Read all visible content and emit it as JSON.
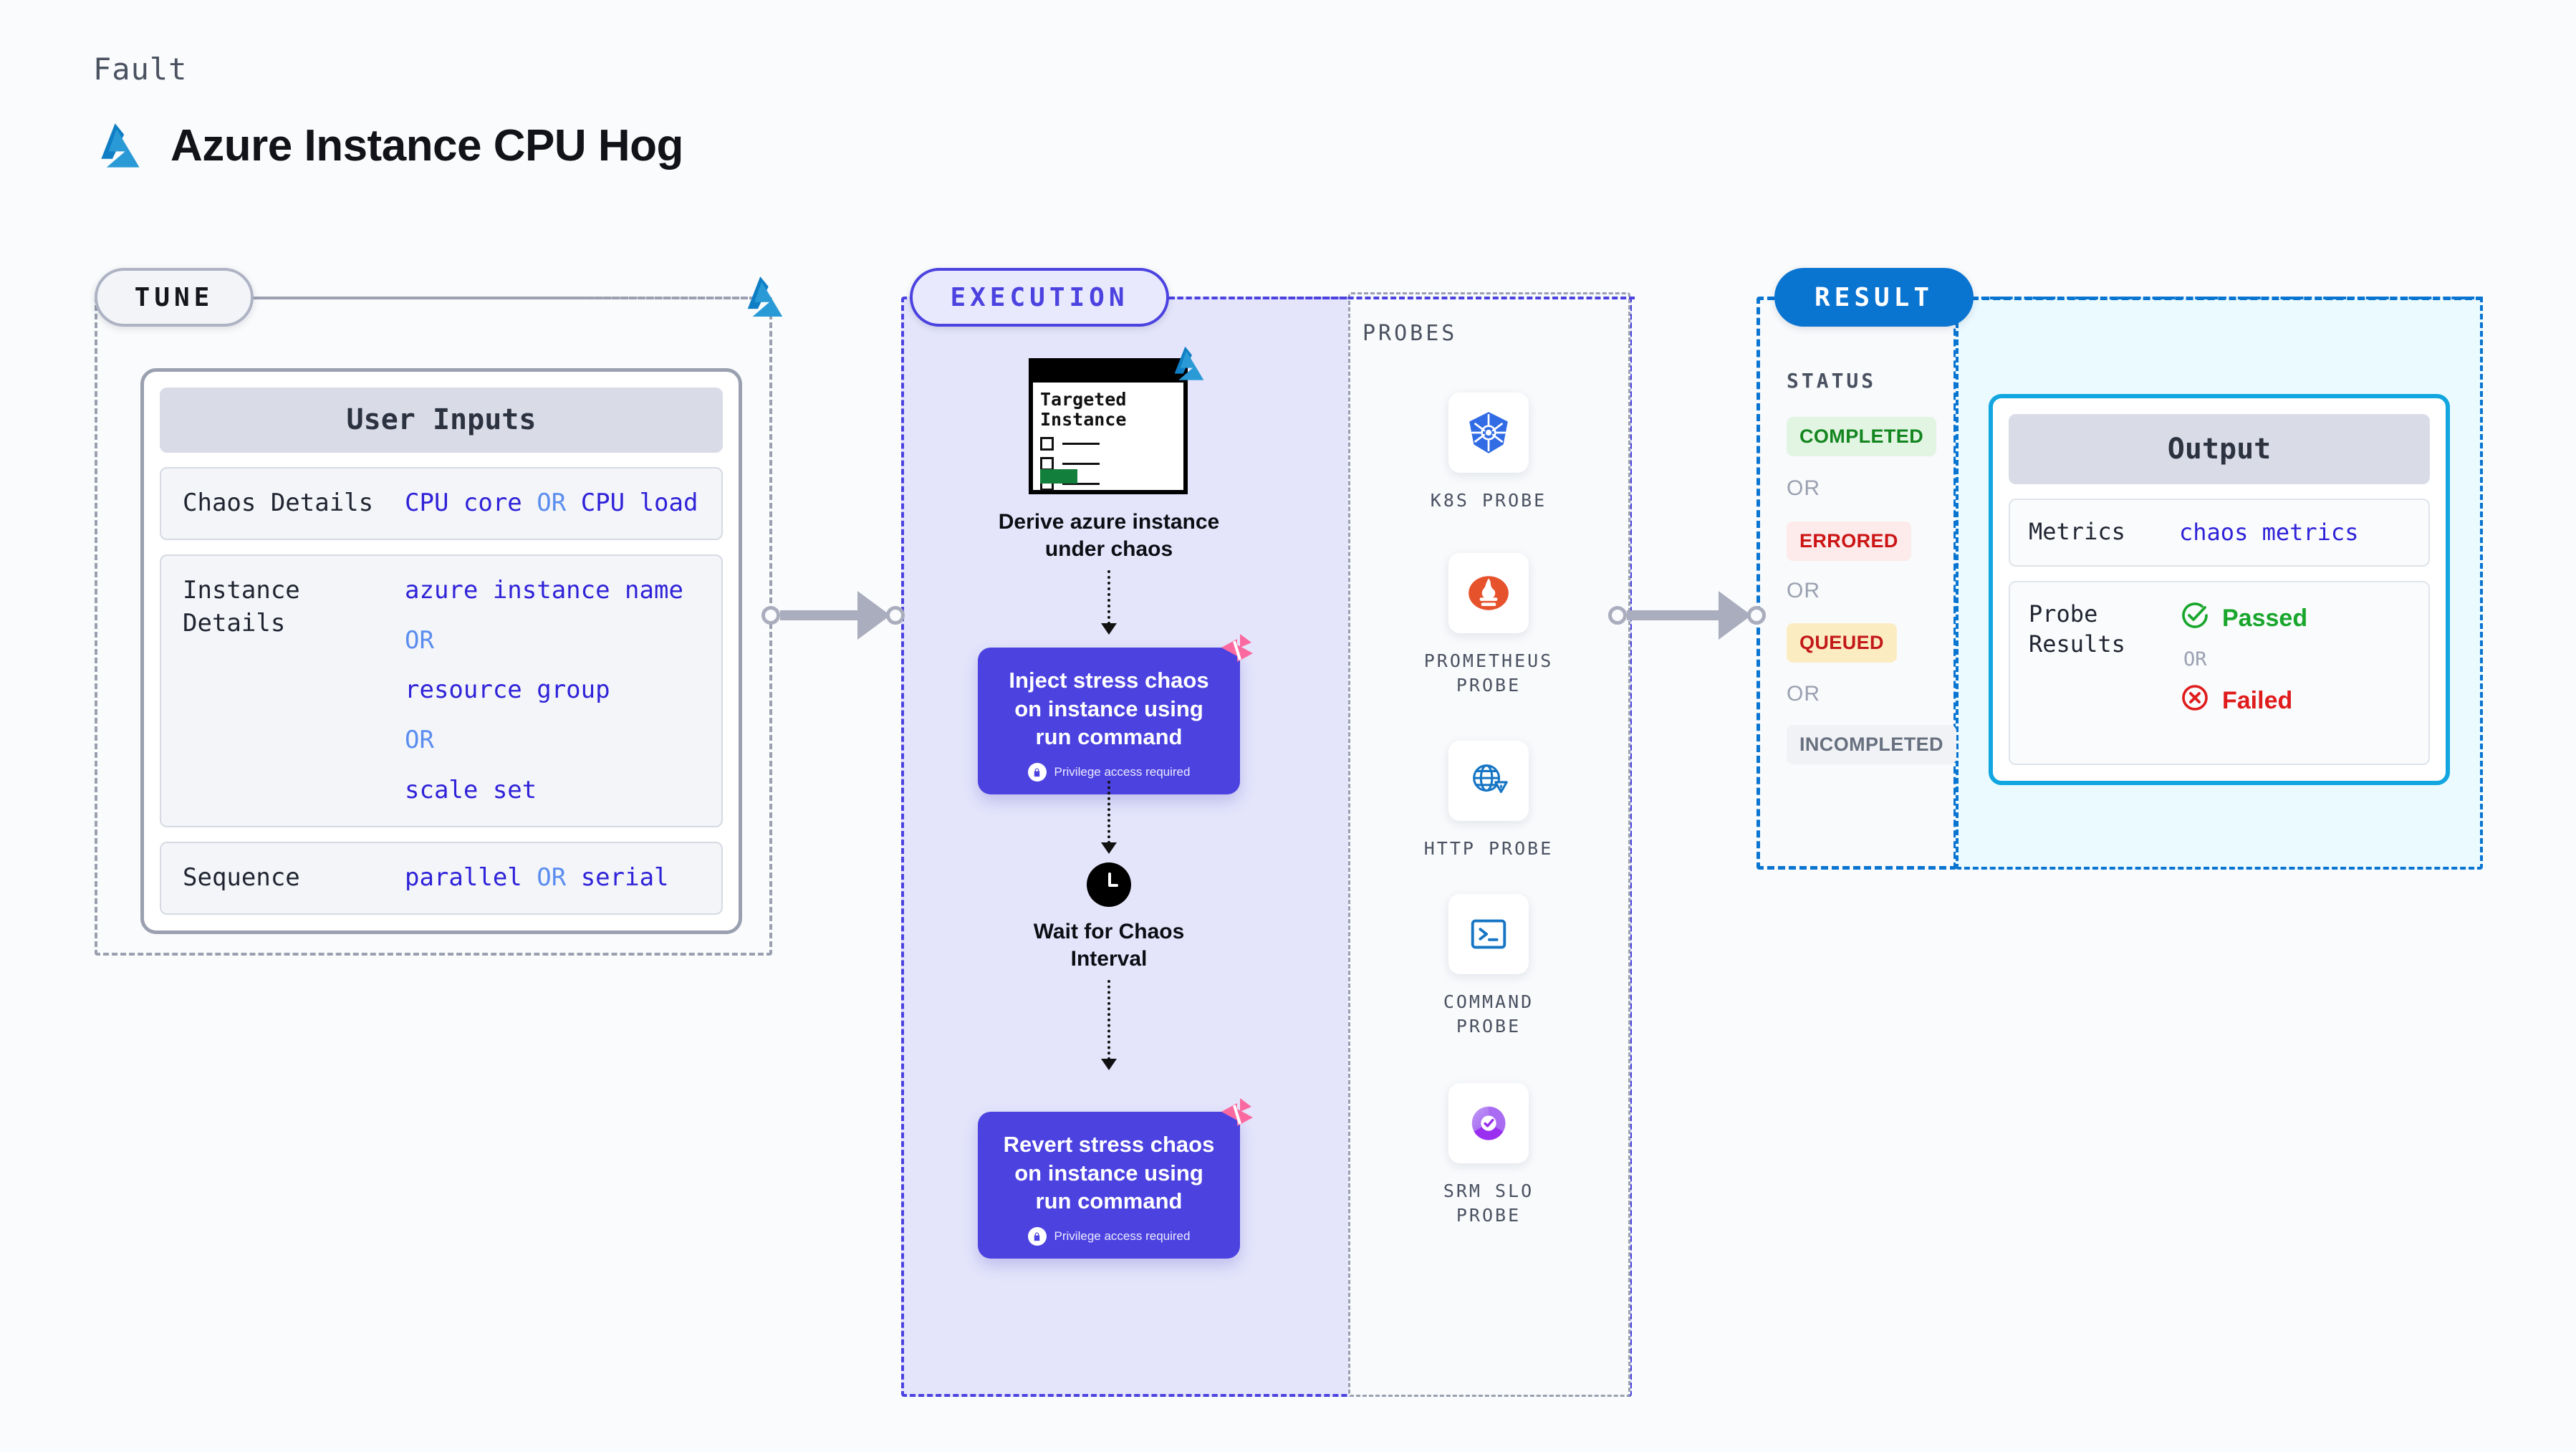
{
  "header": {
    "kicker": "Fault",
    "title": "Azure Instance CPU Hog",
    "logo_icon": "azure-logo-icon"
  },
  "sections": {
    "tune": {
      "label": "TUNE"
    },
    "execution": {
      "label": "EXECUTION"
    },
    "probes": {
      "label": "PROBES"
    },
    "result": {
      "label": "RESULT"
    }
  },
  "tune": {
    "card_title": "User Inputs",
    "rows": [
      {
        "key": "Chaos Details",
        "value": "CPU core",
        "or": "OR",
        "value2": "CPU load"
      },
      {
        "key": "Instance\nDetails",
        "values": [
          "azure instance name",
          "resource group",
          "scale set"
        ],
        "or": "OR"
      },
      {
        "key": "Sequence",
        "value": "parallel",
        "or": "OR",
        "value2": "serial"
      }
    ]
  },
  "execution": {
    "targeted_card": {
      "title": "Targeted\nInstance",
      "logo_icon": "azure-logo-icon"
    },
    "steps": [
      {
        "type": "caption",
        "text": "Derive azure instance\nunder chaos"
      },
      {
        "type": "action",
        "text": "Inject stress chaos\non instance using\nrun command",
        "note": "Privilege access required",
        "note_icon": "lock-icon",
        "corner_icon": "litmus-chaos-icon"
      },
      {
        "type": "wait",
        "text": "Wait for Chaos\nInterval",
        "icon": "clock-icon"
      },
      {
        "type": "action",
        "text": "Revert stress chaos\non instance using\nrun command",
        "note": "Privilege access required",
        "note_icon": "lock-icon",
        "corner_icon": "litmus-chaos-icon"
      }
    ]
  },
  "probes": [
    {
      "label": "K8S PROBE",
      "icon": "kubernetes-icon"
    },
    {
      "label": "PROMETHEUS\nPROBE",
      "icon": "prometheus-icon"
    },
    {
      "label": "HTTP PROBE",
      "icon": "http-globe-warning-icon"
    },
    {
      "label": "COMMAND\nPROBE",
      "icon": "terminal-icon"
    },
    {
      "label": "SRM SLO\nPROBE",
      "icon": "srm-slo-donut-icon"
    }
  ],
  "result": {
    "status_label": "STATUS",
    "or_label": "OR",
    "statuses": [
      {
        "text": "COMPLETED",
        "color": "#13851f",
        "bg": "#e2f5e3"
      },
      {
        "text": "ERRORED",
        "color": "#cc1414",
        "bg": "#fdeaea"
      },
      {
        "text": "QUEUED",
        "color": "#c21919",
        "bg": "#fcecc2"
      },
      {
        "text": "INCOMPLETED",
        "color": "#67707f",
        "bg": "#f1f2f6"
      }
    ]
  },
  "output": {
    "card_title": "Output",
    "metrics_key": "Metrics",
    "metrics_value": "chaos metrics",
    "probe_results_key": "Probe\nResults",
    "passed": "Passed",
    "failed": "Failed",
    "or_label": "OR",
    "pass_icon": "check-circle-icon",
    "fail_icon": "x-circle-icon"
  },
  "colors": {
    "accent_purple": "#4b42e0",
    "accent_blue": "#0a74d1",
    "azure_blue": "#0f7ec4",
    "mono_value": "#2f22d8",
    "or_blue": "#5b8def",
    "litmus_pink": "#fa6aa0"
  }
}
